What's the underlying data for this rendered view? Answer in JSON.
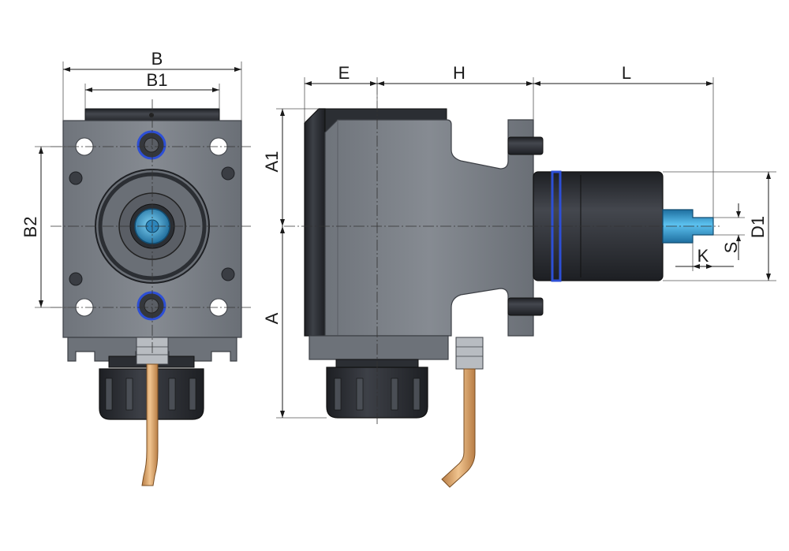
{
  "diagram": {
    "dimensions": {
      "B": "B",
      "B1": "B1",
      "B2": "B2",
      "E": "E",
      "H": "H",
      "L": "L",
      "A": "A",
      "A1": "A1",
      "D1": "D1",
      "K": "K",
      "S": "S"
    },
    "colors": {
      "housing": "#7b8087",
      "housing_shadow": "#5a5e65",
      "dark_part": "#2b2e33",
      "oring": "#2d4fd6",
      "spindle": "#3aa3d9",
      "coolant_pipe": "#d9a46a",
      "dimension_lines": "#1a1a1a"
    }
  }
}
